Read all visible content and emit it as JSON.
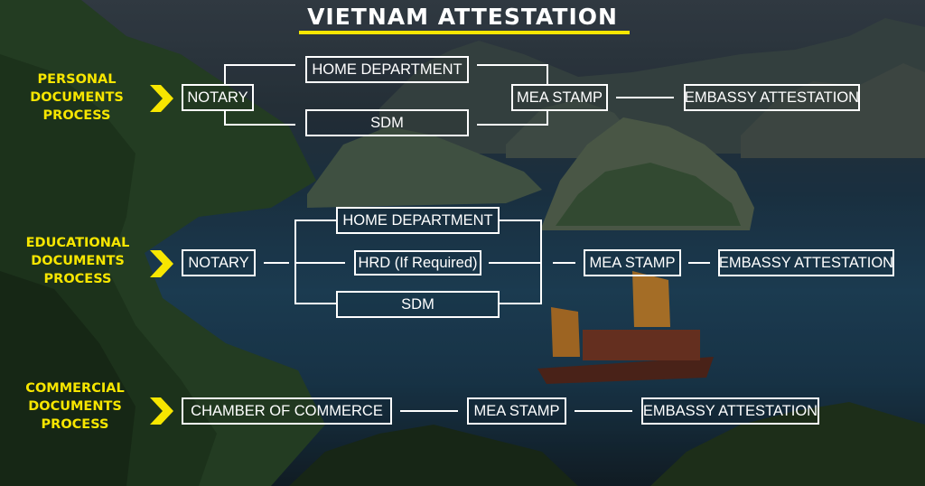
{
  "title": "VIETNAM  ATTESTATION",
  "colors": {
    "accent": "#f7e600",
    "box_border": "#ffffff"
  },
  "personal": {
    "label": "PERSONAL\nDOCUMENTS\nPROCESS",
    "notary": "NOTARY",
    "home_department": "HOME DEPARTMENT",
    "sdm": "SDM",
    "mea_stamp": "MEA STAMP",
    "embassy": "EMBASSY ATTESTATION"
  },
  "educational": {
    "label": "EDUCATIONAL\nDOCUMENTS\nPROCESS",
    "notary": "NOTARY",
    "home_department": "HOME DEPARTMENT",
    "hrd": "HRD (If Required)",
    "sdm": "SDM",
    "mea_stamp": "MEA STAMP",
    "embassy": "EMBASSY ATTESTATION"
  },
  "commercial": {
    "label": "COMMERCIAL\nDOCUMENTS\nPROCESS",
    "chamber": "CHAMBER OF COMMERCE",
    "mea_stamp": "MEA STAMP",
    "embassy": "EMBASSY ATTESTATION"
  }
}
